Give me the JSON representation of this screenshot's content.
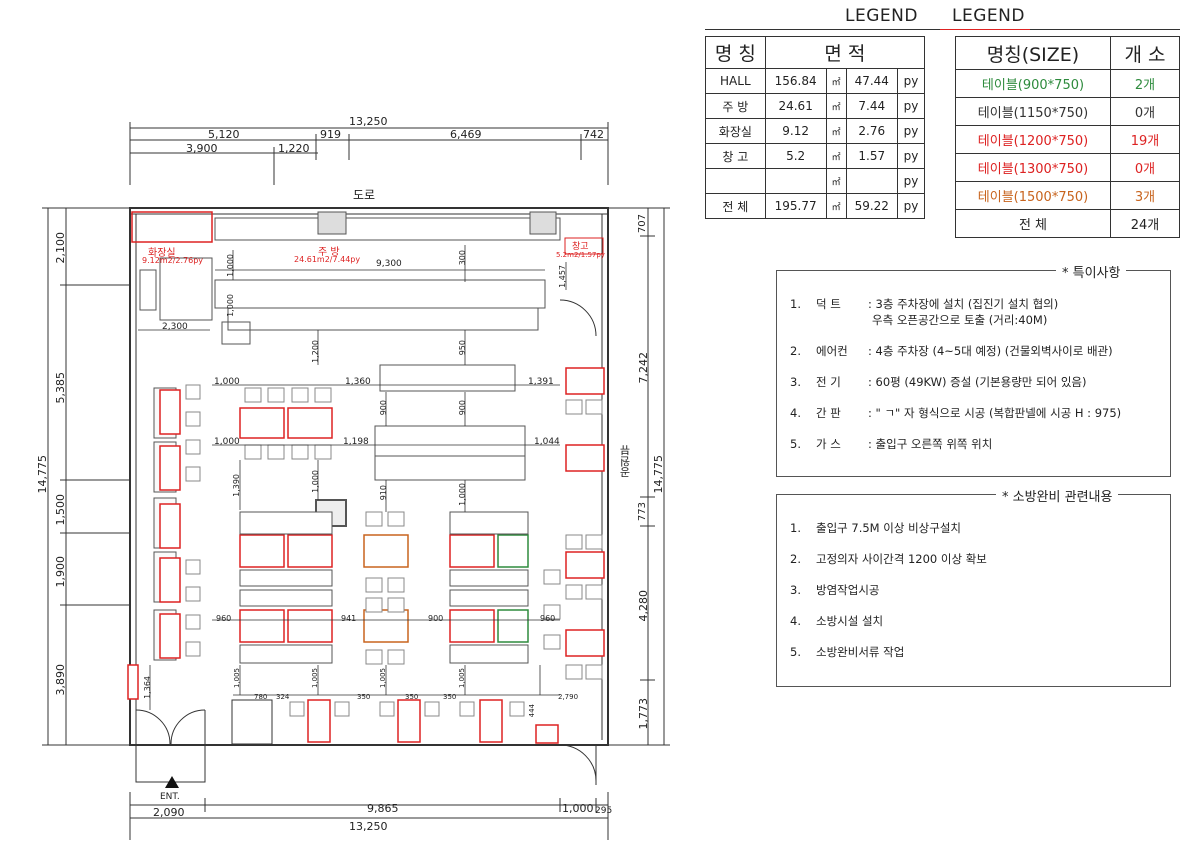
{
  "legend": {
    "title1": "LEGEND",
    "title2": "LEGEND"
  },
  "area_table": {
    "headers": [
      "명 칭",
      "면  적"
    ],
    "rows": [
      {
        "name": "HALL",
        "m2": "156.84",
        "u1": "㎡",
        "py": "47.44",
        "u2": "py"
      },
      {
        "name": "주  방",
        "m2": "24.61",
        "u1": "㎡",
        "py": "7.44",
        "u2": "py"
      },
      {
        "name": "화장실",
        "m2": "9.12",
        "u1": "㎡",
        "py": "2.76",
        "u2": "py"
      },
      {
        "name": "창  고",
        "m2": "5.2",
        "u1": "㎡",
        "py": "1.57",
        "u2": "py"
      },
      {
        "name": "",
        "m2": "",
        "u1": "㎡",
        "py": "",
        "u2": "py"
      },
      {
        "name": "전  체",
        "m2": "195.77",
        "u1": "㎡",
        "py": "59.22",
        "u2": "py"
      }
    ]
  },
  "size_table": {
    "headers": [
      "명칭(SIZE)",
      "개 소"
    ],
    "rows": [
      {
        "name": "테이블(900*750)",
        "count": "2개",
        "color": "#2e8b3d"
      },
      {
        "name": "테이블(1150*750)",
        "count": "0개",
        "color": "#333333"
      },
      {
        "name": "테이블(1200*750)",
        "count": "19개",
        "color": "#d22222"
      },
      {
        "name": "테이블(1300*750)",
        "count": "0개",
        "color": "#d22222"
      },
      {
        "name": "테이블(1500*750)",
        "count": "3개",
        "color": "#c8641e"
      },
      {
        "name": "전  체",
        "count": "24개",
        "color": "#222222"
      }
    ]
  },
  "notes1": {
    "title": "* 특이사항",
    "items": [
      {
        "num": "1.",
        "label": "덕    트",
        "text": ": 3층 주차장에 설치 (집진기 설치 협의)",
        "text2": "우측 오픈공간으로 토출 (거리:40M)"
      },
      {
        "num": "2.",
        "label": "에어컨",
        "text": ": 4층 주차장 (4~5대 예정) (건물외벽사이로 배관)",
        "text2": ""
      },
      {
        "num": "3.",
        "label": "전    기",
        "text": ": 60평 (49KW) 증설 (기본용량만 되어 있음)",
        "text2": ""
      },
      {
        "num": "4.",
        "label": "간    판",
        "text": ": \" ㄱ\" 자 형식으로 시공 (복합판넬에 시공  H : 975)",
        "text2": ""
      },
      {
        "num": "5.",
        "label": "가    스",
        "text": ": 출입구 오른쪽 위쪽 위치",
        "text2": ""
      }
    ]
  },
  "notes2": {
    "title": "* 소방완비 관련내용",
    "items": [
      {
        "num": "1.",
        "text": "출입구  7.5M 이상 비상구설치"
      },
      {
        "num": "2.",
        "text": "고정의자 사이간격 1200 이상 확보"
      },
      {
        "num": "3.",
        "text": "방염작업시공"
      },
      {
        "num": "4.",
        "text": "소방시설 설치"
      },
      {
        "num": "5.",
        "text": "소방완비서류 작업"
      }
    ]
  },
  "plan": {
    "road": "도로",
    "park": "공원뷰",
    "entrance": "ENT.",
    "kitchen": "주 방",
    "kitchen_area": "24.61m2/7.44py",
    "toilet": "화장실",
    "toilet_area": "9.12m2/2.76py",
    "storage": "창고",
    "storage_area": "5.2m2/1.57py",
    "top_dims": {
      "total": "13,250",
      "d1": "5,120",
      "d2": "919",
      "d3": "6,469",
      "d4": "742",
      "d5": "3,900",
      "d6": "1,220"
    },
    "bottom_dims": {
      "total": "13,250",
      "d1": "2,090",
      "d2": "9,865",
      "d3": "1,000",
      "d4": "295"
    },
    "left_dims": {
      "total": "14,775",
      "d1": "2,100",
      "d2": "5,385",
      "d3": "1,500",
      "d4": "1,900",
      "d5": "3,890"
    },
    "right_dims": {
      "total": "14,775",
      "d1": "707",
      "d2": "7,242",
      "d3": "773",
      "d4": "4,280",
      "d5": "1,773"
    },
    "inner": {
      "a": "9,300",
      "b": "2,300",
      "c": "1,000",
      "d": "1,200",
      "e": "1,000",
      "f": "1,360",
      "g": "1,391",
      "h": "1,000",
      "i": "1,198",
      "j": "1,044",
      "k": "1,390",
      "l": "1,000",
      "m": "910",
      "n": "1,000",
      "o": "960",
      "p": "941",
      "q": "900",
      "r": "960",
      "s": "1,364",
      "t": "1,005",
      "u": "1,005",
      "v": "1,005",
      "w": "1,005",
      "x": "780",
      "y": "324",
      "z": "350",
      "aa": "350",
      "ab": "350",
      "ac": "444",
      "ad": "950",
      "ae": "900",
      "af": "900",
      "ag": "300",
      "ah": "1,000",
      "ai": "1,457",
      "aj": "2,790"
    }
  }
}
